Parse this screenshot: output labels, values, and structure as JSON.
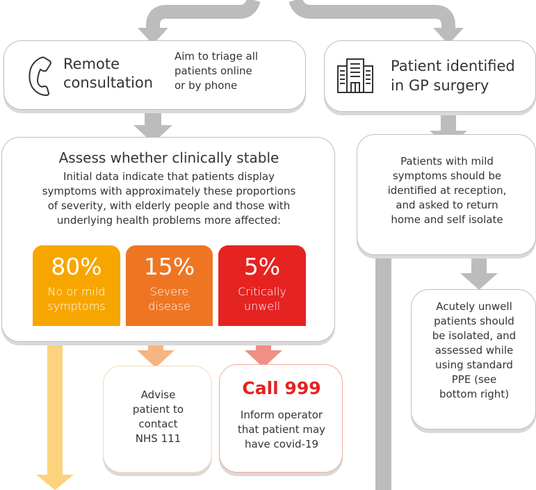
{
  "remote": {
    "title_line1": "Remote",
    "title_line2": "consultation",
    "note_line1": "Aim to triage all",
    "note_line2": "patients online",
    "note_line3": "or by phone"
  },
  "gp": {
    "title_line1": "Patient identified",
    "title_line2": "in GP surgery"
  },
  "assess": {
    "heading": "Assess whether clinically stable",
    "body_lines": [
      "Initial data indicate that patients display",
      "symptoms with approximately these proportions",
      "of severity, with elderly people and those with",
      "underlying health problems more affected:"
    ]
  },
  "severity": [
    {
      "pct": "80%",
      "label_line1": "No or mild",
      "label_line2": "symptoms",
      "color": "#f7a600"
    },
    {
      "pct": "15%",
      "label_line1": "Severe",
      "label_line2": "disease",
      "color": "#ee7623"
    },
    {
      "pct": "5%",
      "label_line1": "Critically",
      "label_line2": "unwell",
      "color": "#e52321"
    }
  ],
  "advise": {
    "lines": [
      "Advise",
      "patient to",
      "contact",
      "NHS 111"
    ]
  },
  "call999": {
    "heading": "Call 999",
    "lines": [
      "Inform operator",
      "that patient may",
      "have covid-19"
    ],
    "heading_color": "#e52321"
  },
  "mild_gp": {
    "lines": [
      "Patients with mild",
      "symptoms should be",
      "identified at reception,",
      "and asked to return",
      "home and self isolate"
    ]
  },
  "acute": {
    "lines": [
      "Acutely unwell",
      "patients should",
      "be isolated, and",
      "assessed while",
      "using standard",
      "PPE (see",
      "bottom right)"
    ]
  },
  "colors": {
    "arrow_grey": "#bcbcbc",
    "arrow_yellow": "#fdd27c",
    "arrow_orange": "#f5b580",
    "arrow_red": "#f08f84",
    "advise_border": "#fad9b4",
    "call_border": "#f4a89f"
  }
}
